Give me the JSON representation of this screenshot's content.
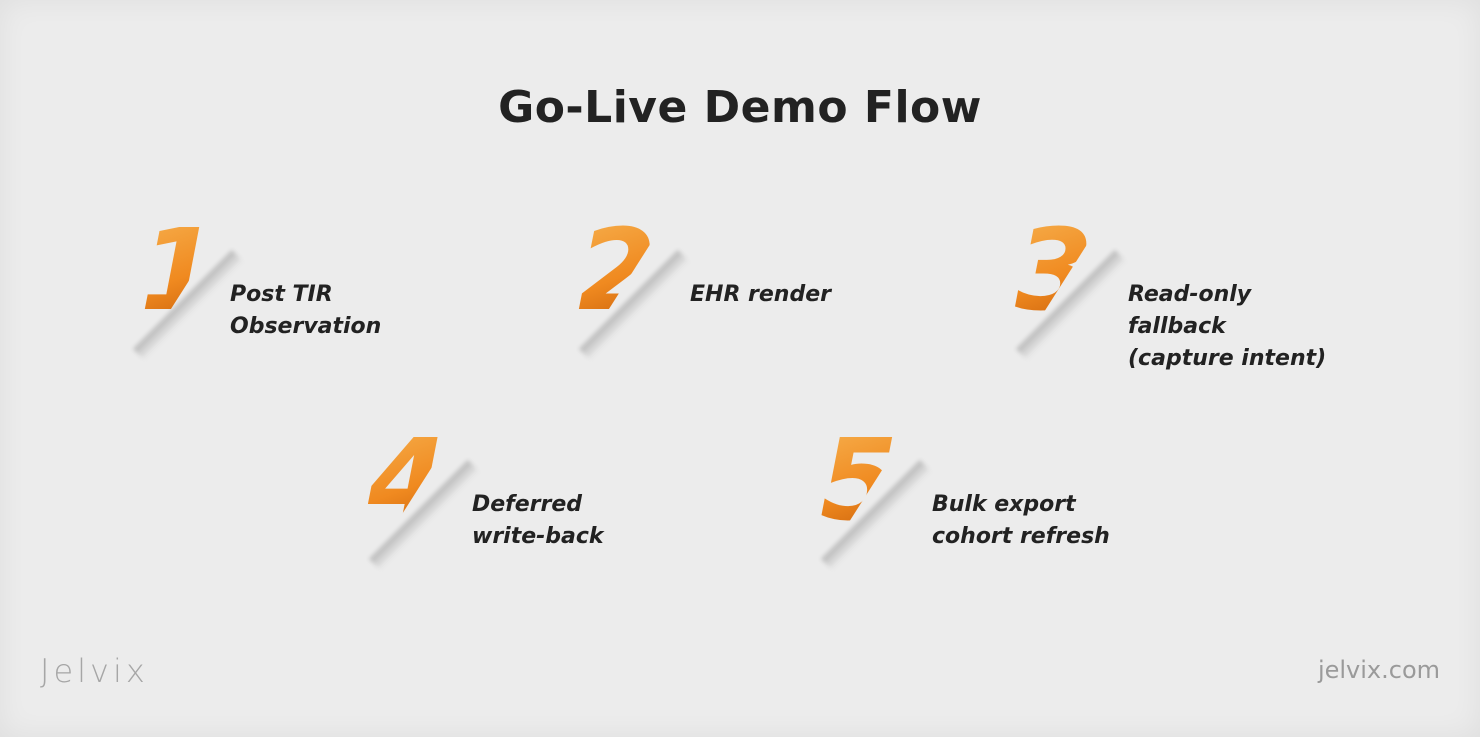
{
  "title": "Go-Live Demo Flow",
  "steps": [
    {
      "number": "1",
      "label": "Post TIR\nObservation"
    },
    {
      "number": "2",
      "label": "EHR render"
    },
    {
      "number": "3",
      "label": "Read-only\nfallback\n(capture intent)"
    },
    {
      "number": "4",
      "label": "Deferred\nwrite-back"
    },
    {
      "number": "5",
      "label": "Bulk export\ncohort refresh"
    }
  ],
  "footer": {
    "logo": "Jelvix",
    "site": "jelvix.com"
  },
  "colors": {
    "accent": "#f08a20",
    "text": "#222222",
    "background": "#ececec"
  }
}
